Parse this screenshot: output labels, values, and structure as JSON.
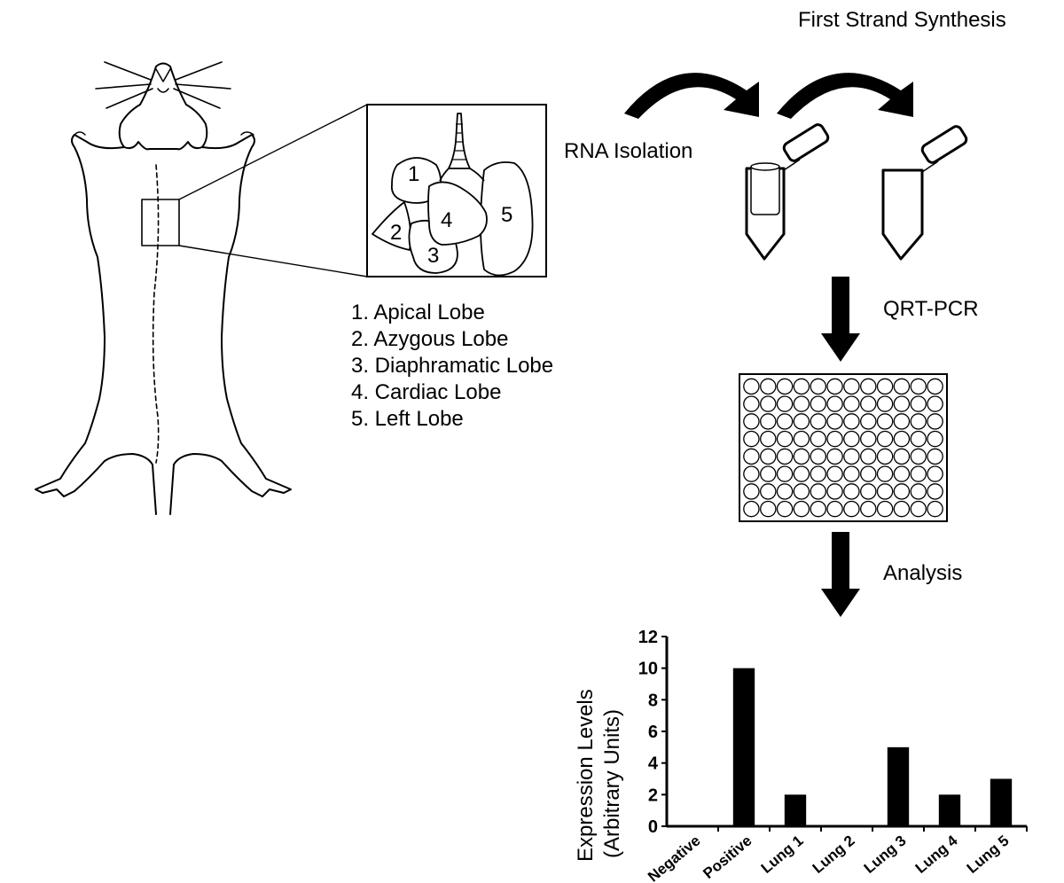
{
  "steps": {
    "rna_isolation": "RNA Isolation",
    "first_strand": "First Strand Synthesis",
    "qrt_pcr": "QRT-PCR",
    "analysis": "Analysis"
  },
  "lobe_numbers": [
    "1",
    "2",
    "3",
    "4",
    "5"
  ],
  "legend": [
    "1. Apical Lobe",
    "2. Azygous Lobe",
    "3. Diaphramatic Lobe",
    "4. Cardiac Lobe",
    "5. Left Lobe"
  ],
  "plate": {
    "rows": 8,
    "columns": 12
  },
  "chart_data": {
    "type": "bar",
    "categories": [
      "Negative",
      "Positive",
      "Lung 1",
      "Lung 2",
      "Lung 3",
      "Lung 4",
      "Lung 5"
    ],
    "values": [
      0,
      10,
      2,
      0,
      5,
      2,
      3
    ],
    "ylabel_line1": "Expression Levels",
    "ylabel_line2": "(Arbitrary Units)",
    "ylim": [
      0,
      12
    ],
    "yticks": [
      "0",
      "2",
      "4",
      "6",
      "8",
      "10",
      "12"
    ],
    "bar_color": "#000000"
  }
}
